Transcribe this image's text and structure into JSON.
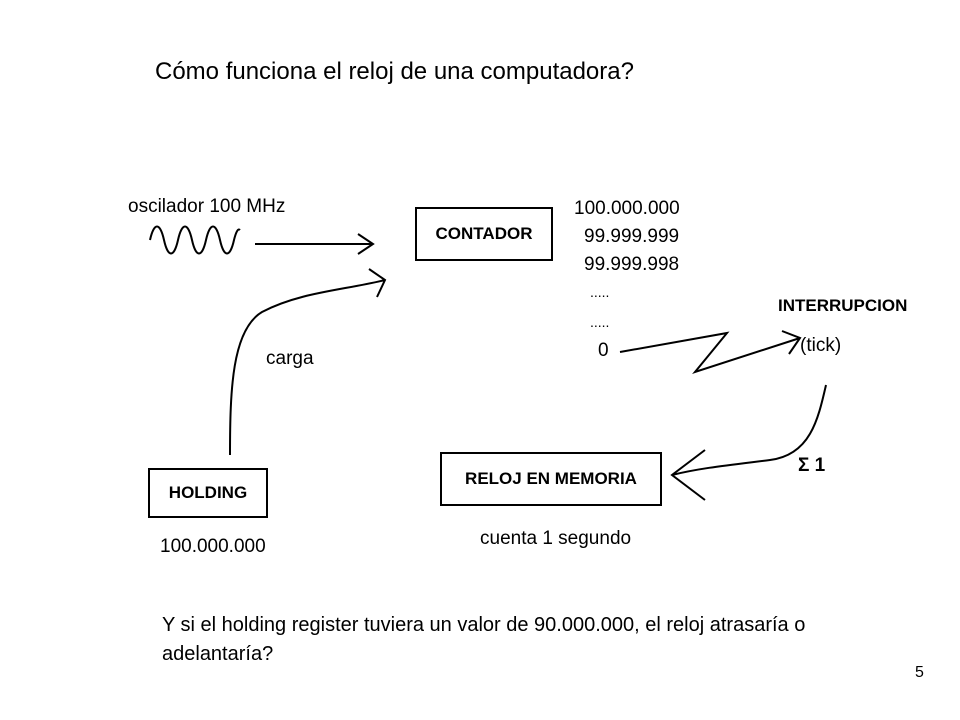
{
  "title": "Cómo funciona el reloj de una computadora?",
  "diagram": {
    "oscillator_label": "oscilador 100 MHz",
    "counter_box": "CONTADOR",
    "counter_values": [
      "100.000.000",
      "99.999.999",
      "99.999.998",
      ".....",
      ".....",
      "0"
    ],
    "interrupt_label": "INTERRUPCION",
    "tick_label": "(tick)",
    "load_label": "carga",
    "holding_box": "HOLDING",
    "holding_value": "100.000.000",
    "clock_box": "RELOJ EN MEMORIA",
    "clock_caption": "cuenta 1 segundo",
    "sum_label": "Σ 1"
  },
  "question": "Y si el holding register tuviera un valor de 90.000.000, el reloj atrasaría o adelantaría?",
  "slide_number": "5"
}
